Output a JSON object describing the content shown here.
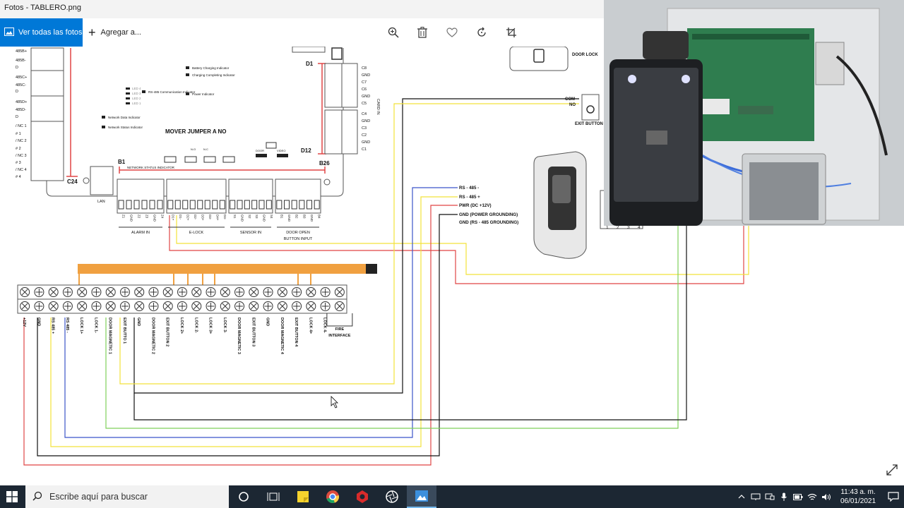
{
  "window": {
    "title": "Fotos - TABLERO.png"
  },
  "toolbar": {
    "view_all_label": "Ver todas las fotos",
    "add_label": "Agregar a..."
  },
  "colors": {
    "accent": "#0078d7",
    "taskbar": "#1c2733",
    "wire_red": "#e04545",
    "wire_yellow": "#f2e23a",
    "wire_blue": "#3b55c9",
    "wire_green": "#7fd05a",
    "wire_black": "#111111",
    "wire_orange": "#f0a040"
  },
  "panel": {
    "top_left_labels": [
      "485B+",
      "485B-",
      "D",
      "485C+",
      "485C-",
      "D",
      "485D+",
      "485D-",
      "D",
      "/ NC 1",
      "# 1",
      "/ NC 2",
      "# 2",
      "/ NC 3",
      "# 3",
      "/ NC 4",
      "# 4"
    ],
    "indicators": [
      "Battery Charging Indicator",
      "Charging Completing Indicator",
      "Power Indicator",
      "RS-485 Communication Indicator",
      "Network Data Indicator",
      "Network Status Indicator"
    ],
    "led_labels": [
      "LED 4",
      "LED 3",
      "LED 2",
      "LED 1"
    ],
    "jumper_note": "MOVER JUMPER A NO",
    "jumper_labels": [
      "N.O",
      "N.C",
      "DOOR",
      "VIDEO"
    ],
    "network_label": "NETWORK STATUS INDICATOR",
    "b1": "B1",
    "b26": "B26",
    "c24": "C24",
    "d1": "D1",
    "d12": "D12",
    "lan": "LAN",
    "card_labels": [
      "C8",
      "GND",
      "C7",
      "C6",
      "GND",
      "C5",
      "C4",
      "GND",
      "C3",
      "C2",
      "GND",
      "C1"
    ],
    "card_in": "CARD IN",
    "bottom_groups": [
      {
        "name": "ALARM IN",
        "pins": [
          "Z1",
          "GND",
          "Z2",
          "Z3",
          "GND",
          "Z4"
        ]
      },
      {
        "name": "E-LOCK",
        "pins": [
          "D1+",
          "D1-",
          "D2+",
          "D2-",
          "D3+",
          "D3-",
          "D4+",
          "D4-"
        ]
      },
      {
        "name": "SENSOR IN",
        "pins": [
          "S1",
          "GND",
          "S2",
          "S3",
          "GND",
          "S4"
        ]
      },
      {
        "name": "DOOR OPEN BUTTON INPUT",
        "pins": [
          "B1",
          "GND",
          "B2",
          "B3",
          "GND",
          "B4"
        ]
      }
    ],
    "door_lock": "DOOR LOCK",
    "com": "COM",
    "no": "NO",
    "exit_button": "EXIT BUTTON",
    "reader_pins": [
      "RS - 485 -",
      "RS - 485 +",
      "PWR (DC +12V)",
      "GND (POWER GROUNDING)",
      "GND (RS - 485 GROUNDING)"
    ],
    "reader_numbers": [
      "1",
      "2",
      "3",
      "4"
    ]
  },
  "terminal": {
    "labels": [
      "+12V",
      "GND",
      "RS 485 +",
      "RS 485 -",
      "LOCK 1+",
      "LOCK 1-",
      "DOOR MAGNETIC 1",
      "EXIT BUTTO 1",
      "GND",
      "DOOR MAGNETIC 2",
      "EXIT BUTTON 2",
      "LOCK 2+",
      "LOCK 2-",
      "LOCK 3+",
      "LOCK 3-",
      "DOOR MAGNETIC 3",
      "EXIT BUTTON 3",
      "GND",
      "DOOR MAGNETIC 4",
      "EXIT BUTTON 4",
      "LOCK 4+",
      "LOCK 4-",
      "FIRE INTERFACE"
    ]
  },
  "taskbar": {
    "search_placeholder": "Escribe aquí para buscar",
    "time": "11:43 a. m.",
    "date": "06/01/2021"
  }
}
